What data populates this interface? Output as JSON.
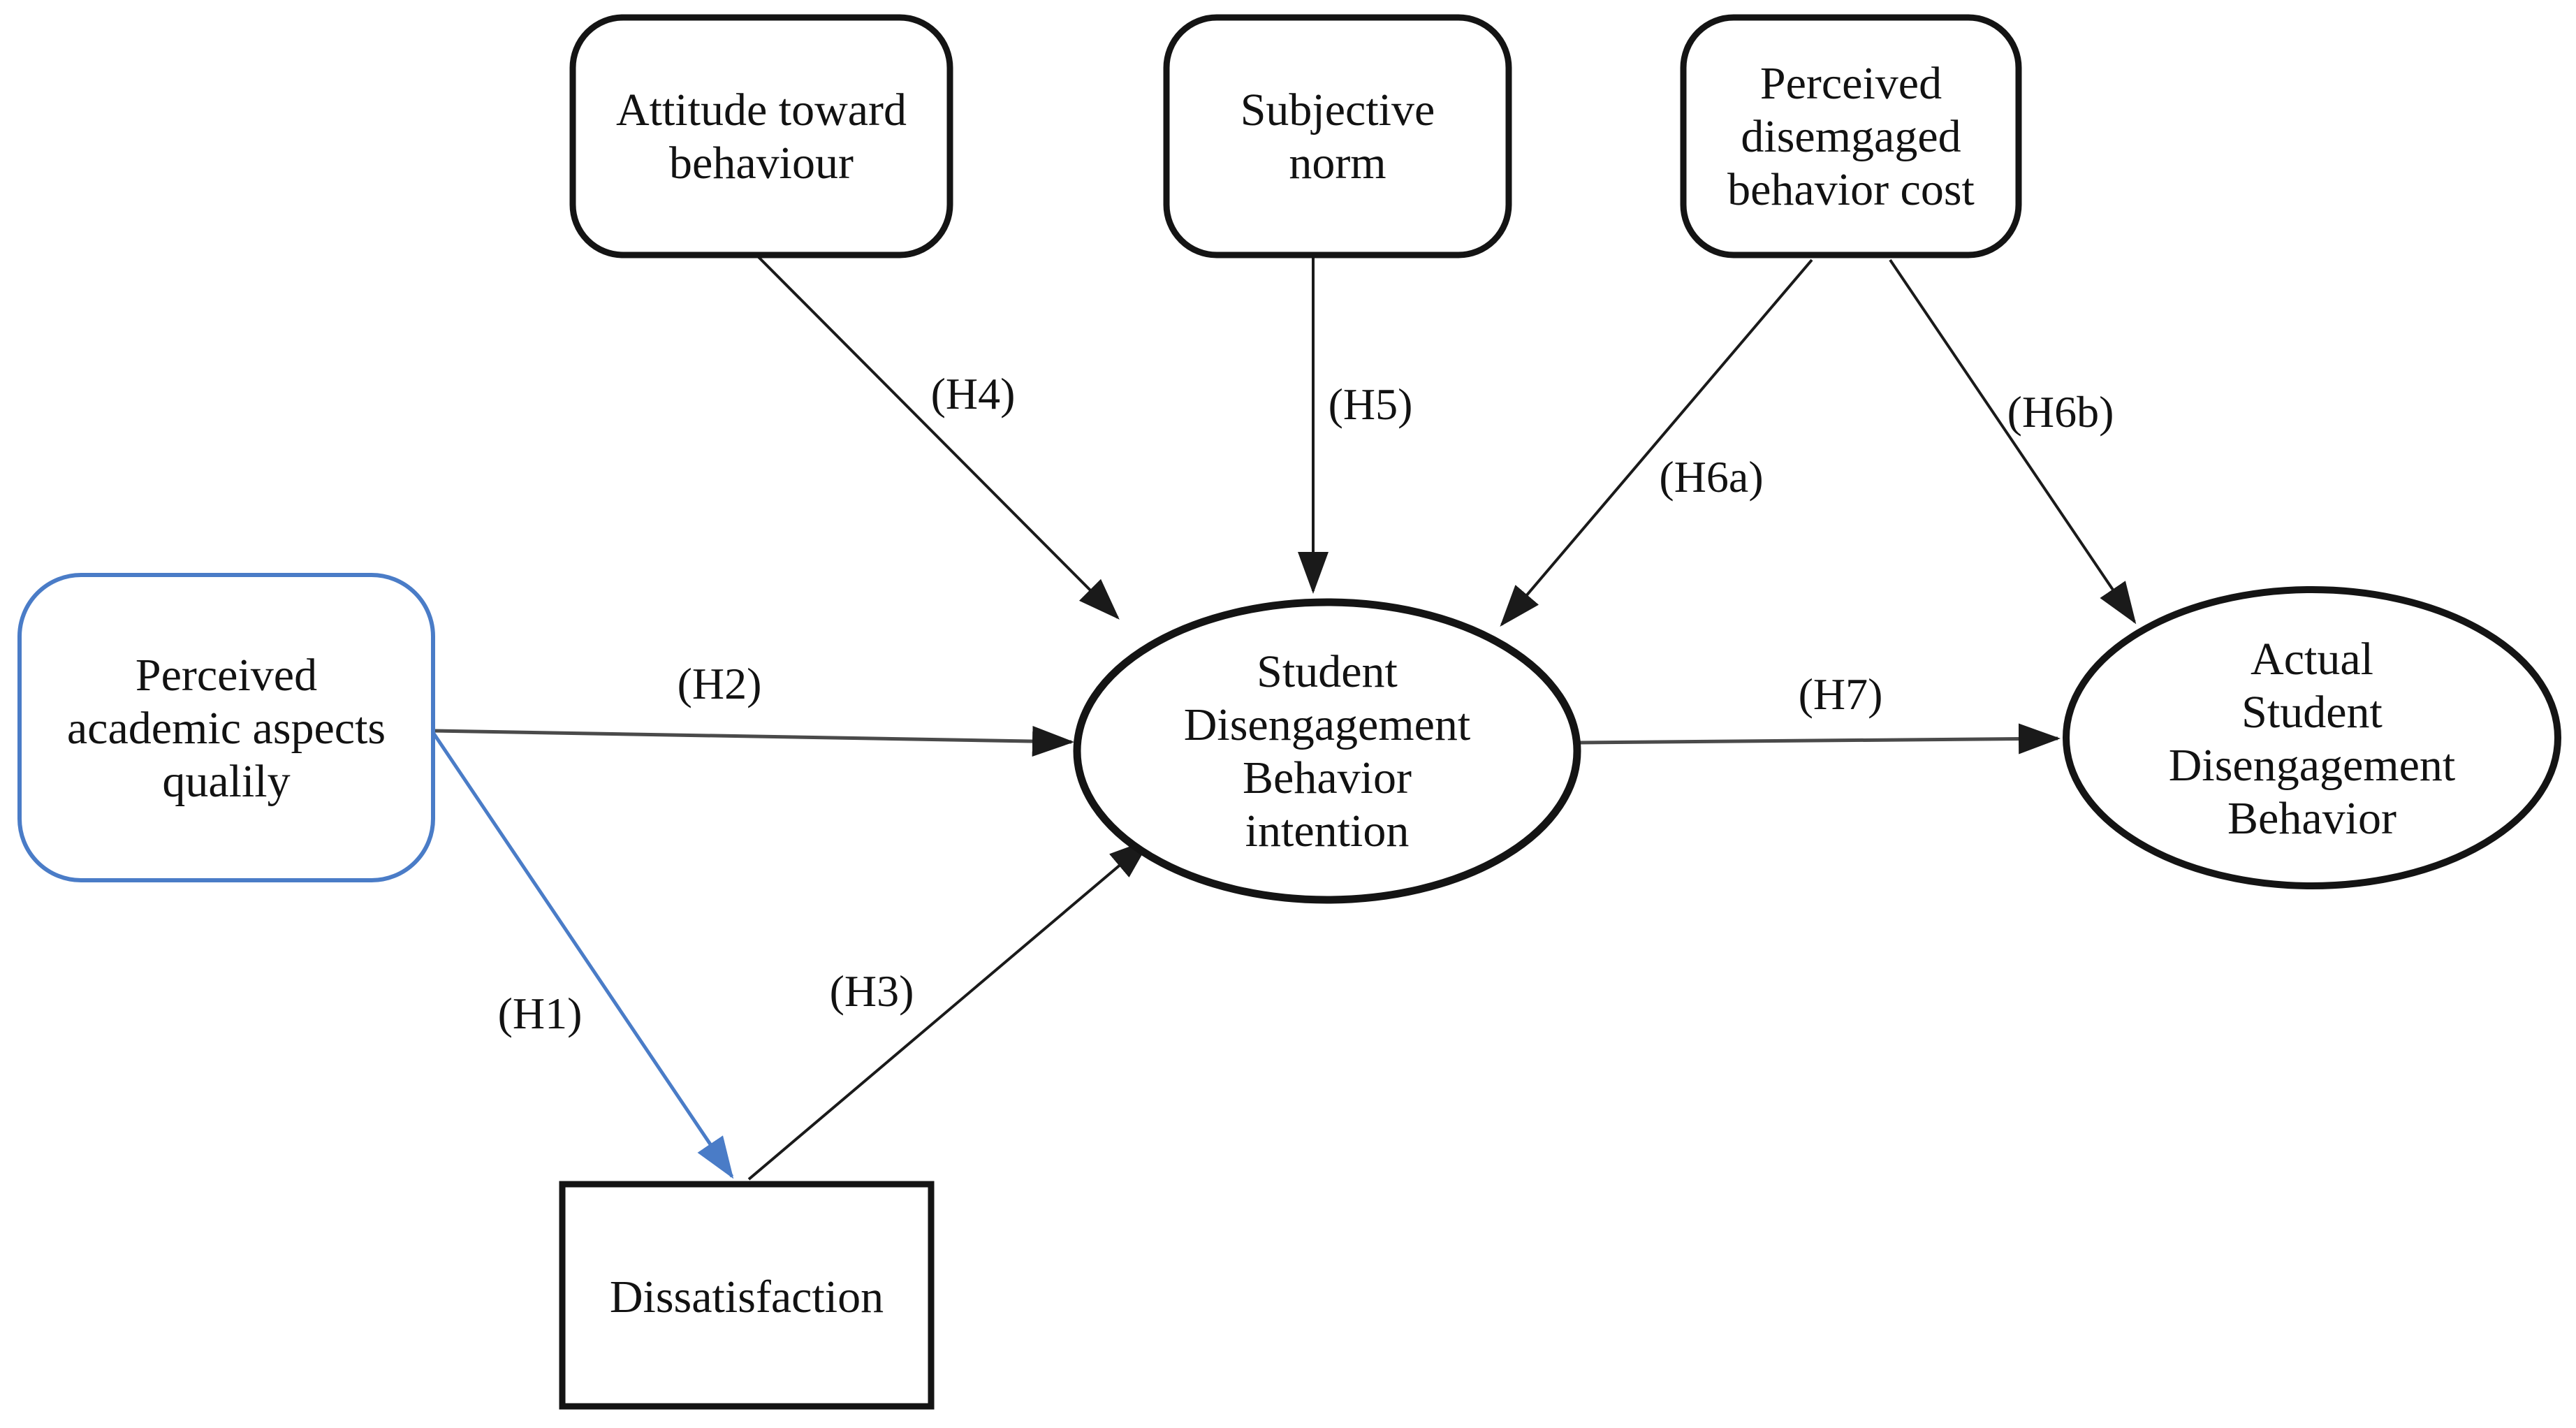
{
  "figure": {
    "type": "conceptual-model-diagram",
    "background": "#ffffff"
  },
  "colors": {
    "node_stroke": "#141414",
    "accent_blue": "#4a7cc7",
    "arrow_black": "#1a1a1a",
    "arrow_gray": "#4a4a4a",
    "text": "#121212"
  },
  "nodes": {
    "attitude": {
      "shape": "rounded-rect",
      "lines": [
        "Attitude toward",
        "behaviour"
      ]
    },
    "subjective_norm": {
      "shape": "rounded-rect",
      "lines": [
        "Subjective",
        "norm"
      ]
    },
    "perceived_cost": {
      "shape": "rounded-rect",
      "lines": [
        "Perceived",
        "disemgaged",
        "behavior cost"
      ]
    },
    "academic_quality": {
      "shape": "rounded-rect-blue",
      "lines": [
        "Perceived",
        "academic aspects",
        "qualily"
      ]
    },
    "dissatisfaction": {
      "shape": "rect",
      "lines": [
        "Dissatisfaction"
      ]
    },
    "intention": {
      "shape": "ellipse",
      "lines": [
        "Student",
        "Disengagement",
        "Behavior",
        "intention"
      ]
    },
    "actual_behavior": {
      "shape": "ellipse",
      "lines": [
        "Actual",
        "Student",
        "Disengagement",
        "Behavior"
      ]
    }
  },
  "edges": {
    "h1": {
      "label": "(H1)",
      "from": "academic_quality",
      "to": "dissatisfaction",
      "color": "#4a7cc7"
    },
    "h2": {
      "label": "(H2)",
      "from": "academic_quality",
      "to": "intention",
      "color": "#4a4a4a"
    },
    "h3": {
      "label": "(H3)",
      "from": "dissatisfaction",
      "to": "intention",
      "color": "#1a1a1a"
    },
    "h4": {
      "label": "(H4)",
      "from": "attitude",
      "to": "intention",
      "color": "#1a1a1a"
    },
    "h5": {
      "label": "(H5)",
      "from": "subjective_norm",
      "to": "intention",
      "color": "#1a1a1a"
    },
    "h6a": {
      "label": "(H6a)",
      "from": "perceived_cost",
      "to": "intention",
      "color": "#1a1a1a"
    },
    "h6b": {
      "label": "(H6b)",
      "from": "perceived_cost",
      "to": "actual_behavior",
      "color": "#1a1a1a"
    },
    "h7": {
      "label": "(H7)",
      "from": "intention",
      "to": "actual_behavior",
      "color": "#4a4a4a"
    }
  }
}
